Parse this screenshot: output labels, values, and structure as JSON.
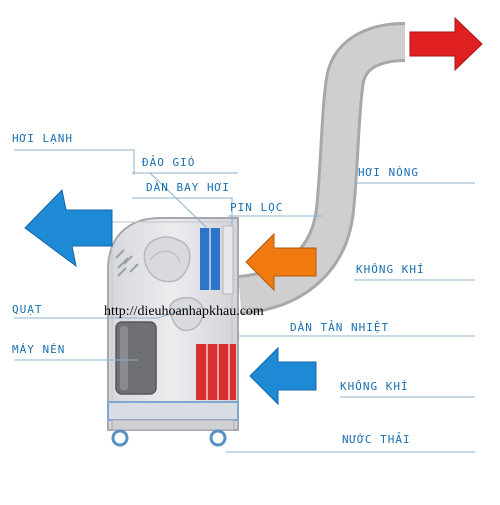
{
  "labels": {
    "hoi_lanh": "HƠI LẠNH",
    "dao_gio": "ĐẢO GIÓ",
    "dan_bay_hoi": "DÀN BAY HƠI",
    "pin_loc": "PIN LỌC",
    "hoi_nong": "HƠI NÓNG",
    "khong_khi_1": "KHÔNG KHÍ",
    "quat": "QUẠT",
    "dan_tan_nhiet": "DÀN TẢN NHIỆT",
    "may_nen": "MÁY NÉN",
    "khong_khi_2": "KHÔNG KHÍ",
    "nuoc_thai": "NƯỚC THẢI"
  },
  "watermark": "http://dieuhoanhapkhau.com",
  "colors": {
    "label_text": "#1a6fb0",
    "url_text": "#000000",
    "leader_line": "#8fb0cc",
    "hot_arrow": "#e02020",
    "cold_air_arrow": "#1e8ad6",
    "intake_hot_arrow": "#f07a10",
    "duct": "#c4c4c4",
    "unit_body": "#e2e2e6",
    "evaporator": "#2e74c8",
    "condenser": "#d83030"
  },
  "icons": {
    "hot_exhaust": "arrow-right-icon",
    "cold_output": "arrow-up-left-icon",
    "air_intake_top": "arrow-left-icon",
    "air_intake_bottom": "arrow-left-icon"
  }
}
